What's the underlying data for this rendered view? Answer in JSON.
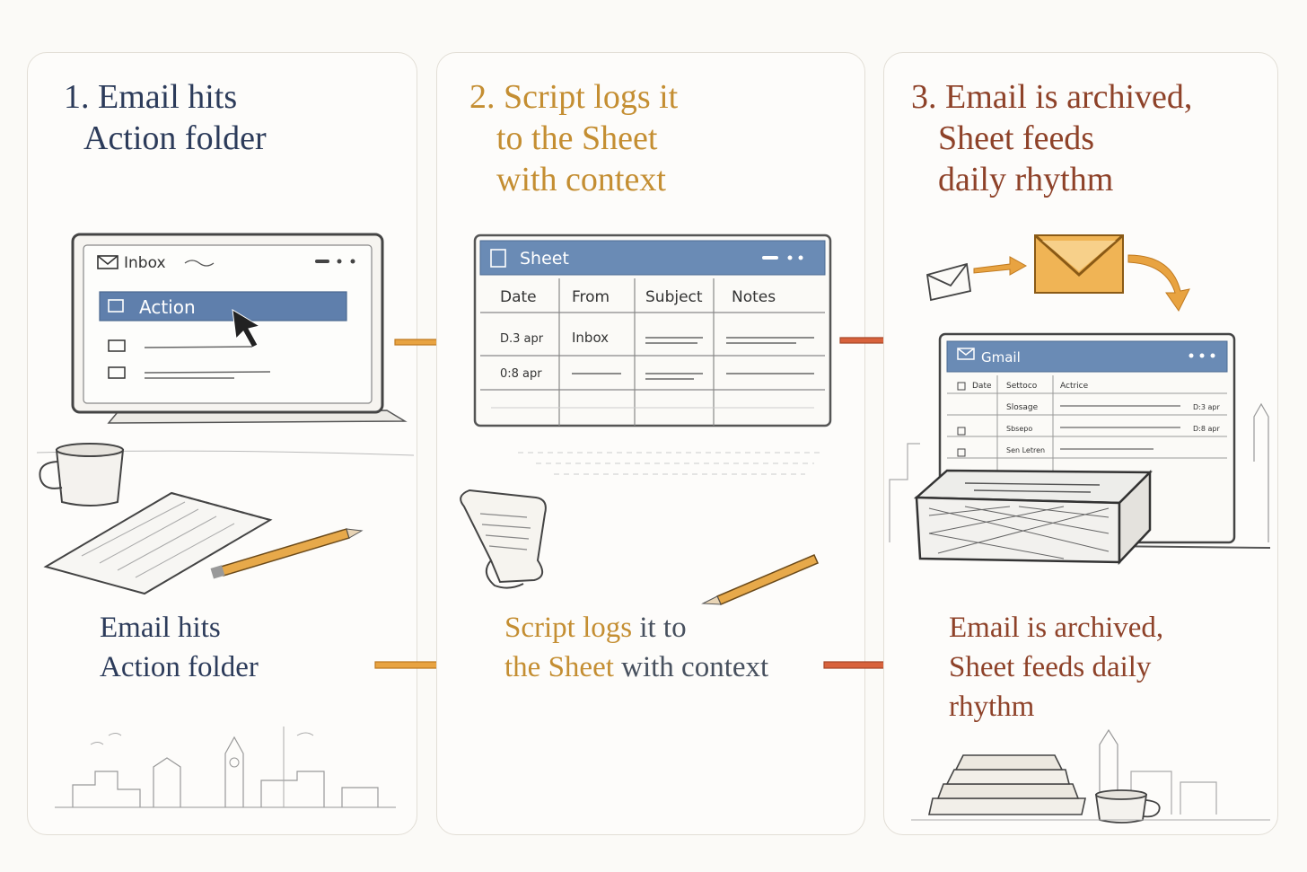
{
  "steps": [
    {
      "title_lines": [
        "1. Email hits",
        "Action folder"
      ],
      "caption_lines": [
        "Email hits",
        "Action folder"
      ],
      "color": "#2c3b5a",
      "window": {
        "folder": "Inbox",
        "selected": "Action"
      }
    },
    {
      "title_lines": [
        "2. Script logs it",
        "to the Sheet",
        "with context"
      ],
      "caption": {
        "line1_a": "Script logs",
        "line1_b": " it to",
        "line2_a": "the Sheet",
        "line2_b": " with context"
      },
      "color": "#c48e32",
      "sheet": {
        "title": "Sheet",
        "columns": [
          "Date",
          "From",
          "Subject",
          "Notes"
        ],
        "rows": [
          [
            "D.3 apr",
            "Inbox",
            "",
            ""
          ],
          [
            "0:8 apr",
            "",
            "",
            ""
          ]
        ]
      }
    },
    {
      "title_lines": [
        "3. Email is archived,",
        "Sheet feeds",
        "daily rhythm"
      ],
      "caption_lines": [
        "Email is archived,",
        "Sheet feeds daily",
        "rhythm"
      ],
      "color": "#8e4229",
      "gmail": {
        "title": "Gmail",
        "columns": [
          "Date",
          "Settoco",
          "Actrice"
        ],
        "rows": [
          [
            "",
            "Slosage",
            "D:3 apr"
          ],
          [
            "",
            "Sbsepo",
            "D:8 apr"
          ],
          [
            "",
            "Sen Letren",
            ""
          ]
        ]
      }
    }
  ],
  "colors": {
    "arrow_gold": "#e8a341",
    "arrow_rust": "#d8623c",
    "window_bar": "#6a8bb5",
    "ink": "#3a3a3a"
  }
}
